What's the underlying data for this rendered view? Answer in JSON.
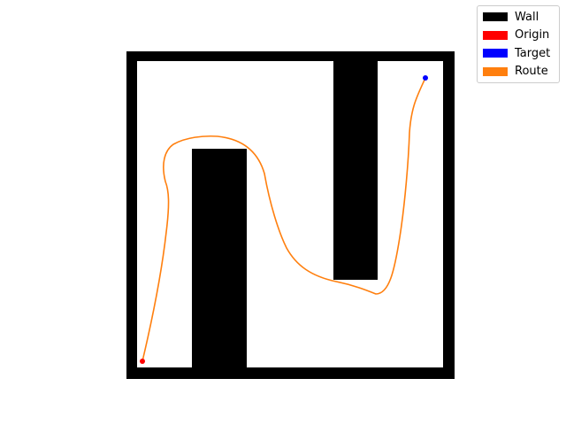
{
  "colors": {
    "background": "#ffffff",
    "wall": "#000000",
    "origin": "#ff0000",
    "target": "#0000ff",
    "route": "#ff7f0e"
  },
  "legend": {
    "items": [
      {
        "label": "Wall",
        "color": "#000000"
      },
      {
        "label": "Origin",
        "color": "#ff0000"
      },
      {
        "label": "Target",
        "color": "#0000ff"
      },
      {
        "label": "Route",
        "color": "#ff7f0e"
      }
    ]
  }
}
